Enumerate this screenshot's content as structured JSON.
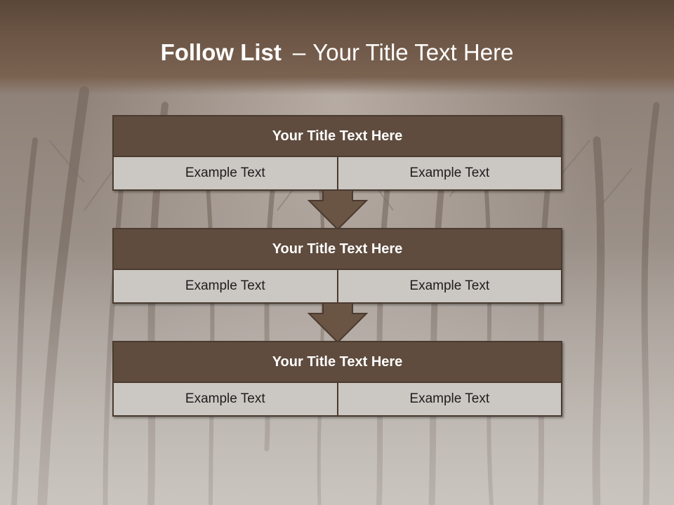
{
  "slide": {
    "title_bold": "Follow List",
    "title_separator": "–",
    "title_rest": "Your Title Text Here"
  },
  "steps": [
    {
      "title": "Your Title Text Here",
      "left": "Example Text",
      "right": "Example Text"
    },
    {
      "title": "Your Title Text Here",
      "left": "Example Text",
      "right": "Example Text"
    },
    {
      "title": "Your Title Text Here",
      "left": "Example Text",
      "right": "Example Text"
    }
  ],
  "colors": {
    "header_band": "#6c5545",
    "box_title": "#5f4c3e",
    "box_cell": "#cbc7c2",
    "border": "#4a3a2f",
    "arrow": "#6a5444"
  }
}
